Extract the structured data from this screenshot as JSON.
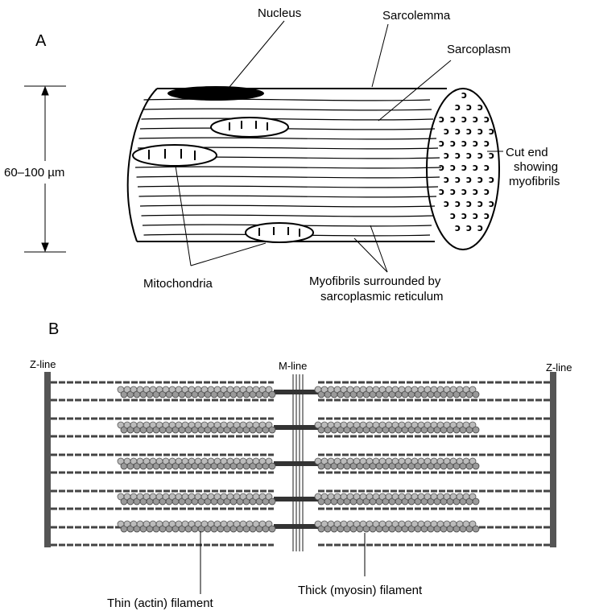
{
  "panel_a": {
    "letter": "A",
    "labels": {
      "nucleus": "Nucleus",
      "sarcolemma": "Sarcolemma",
      "sarcoplasm": "Sarcoplasm",
      "cut_end_line1": "Cut end",
      "cut_end_line2": "showing",
      "cut_end_line3": "myofibrils",
      "diameter": "60–100 µm",
      "mitochondria": "Mitochondria",
      "myofibrils_line1": "Myofibrils surrounded by",
      "myofibrils_line2": "sarcoplasmic reticulum"
    }
  },
  "panel_b": {
    "letter": "B",
    "labels": {
      "z_line_left": "Z-line",
      "m_line": "M-line",
      "z_line_right": "Z-line",
      "thin_filament": "Thin (actin) filament",
      "thick_filament": "Thick (myosin) filament"
    }
  }
}
